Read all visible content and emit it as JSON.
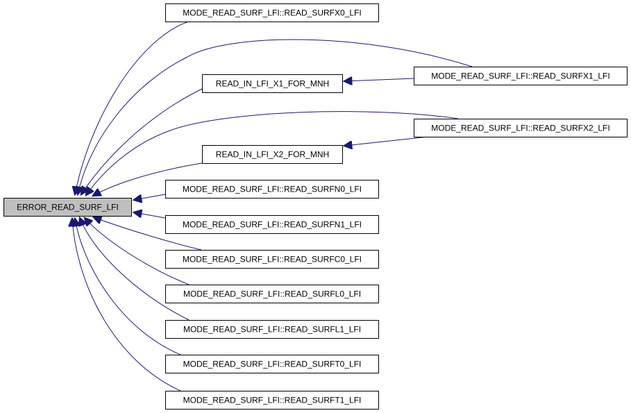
{
  "graph": {
    "edge_color": "#191970",
    "node_fill": "#ffffff",
    "root_fill": "#bfbfbf",
    "root": {
      "id": "root",
      "label": "ERROR_READ_SURF_LFI"
    },
    "nodes": [
      {
        "id": "x0",
        "label": "MODE_READ_SURF_LFI::READ_SURFX0_LFI"
      },
      {
        "id": "x1",
        "label": "MODE_READ_SURF_LFI::READ_SURFX1_LFI"
      },
      {
        "id": "rx1",
        "label": "READ_IN_LFI_X1_FOR_MNH"
      },
      {
        "id": "x2",
        "label": "MODE_READ_SURF_LFI::READ_SURFX2_LFI"
      },
      {
        "id": "rx2",
        "label": "READ_IN_LFI_X2_FOR_MNH"
      },
      {
        "id": "n0",
        "label": "MODE_READ_SURF_LFI::READ_SURFN0_LFI"
      },
      {
        "id": "n1",
        "label": "MODE_READ_SURF_LFI::READ_SURFN1_LFI"
      },
      {
        "id": "c0",
        "label": "MODE_READ_SURF_LFI::READ_SURFC0_LFI"
      },
      {
        "id": "l0",
        "label": "MODE_READ_SURF_LFI::READ_SURFL0_LFI"
      },
      {
        "id": "l1",
        "label": "MODE_READ_SURF_LFI::READ_SURFL1_LFI"
      },
      {
        "id": "t0",
        "label": "MODE_READ_SURF_LFI::READ_SURFT0_LFI"
      },
      {
        "id": "t1",
        "label": "MODE_READ_SURF_LFI::READ_SURFT1_LFI"
      }
    ],
    "edges": [
      {
        "from": "x0",
        "to": "root"
      },
      {
        "from": "x1",
        "to": "root"
      },
      {
        "from": "rx1",
        "to": "root"
      },
      {
        "from": "x1",
        "to": "rx1"
      },
      {
        "from": "x2",
        "to": "root"
      },
      {
        "from": "rx2",
        "to": "root"
      },
      {
        "from": "x2",
        "to": "rx2"
      },
      {
        "from": "n0",
        "to": "root"
      },
      {
        "from": "n1",
        "to": "root"
      },
      {
        "from": "c0",
        "to": "root"
      },
      {
        "from": "l0",
        "to": "root"
      },
      {
        "from": "l1",
        "to": "root"
      },
      {
        "from": "t0",
        "to": "root"
      },
      {
        "from": "t1",
        "to": "root"
      }
    ]
  }
}
